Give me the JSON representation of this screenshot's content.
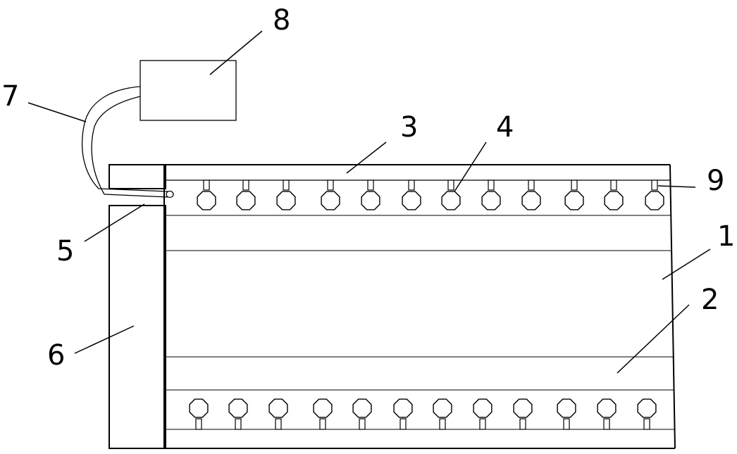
{
  "callouts": {
    "label_1": "1",
    "label_2": "2",
    "label_3": "3",
    "label_4": "4",
    "label_5": "5",
    "label_6": "6",
    "label_7": "7",
    "label_8": "8",
    "label_9": "9"
  },
  "nozzle_counts": {
    "top_row": 12,
    "bottom_row": 12
  }
}
